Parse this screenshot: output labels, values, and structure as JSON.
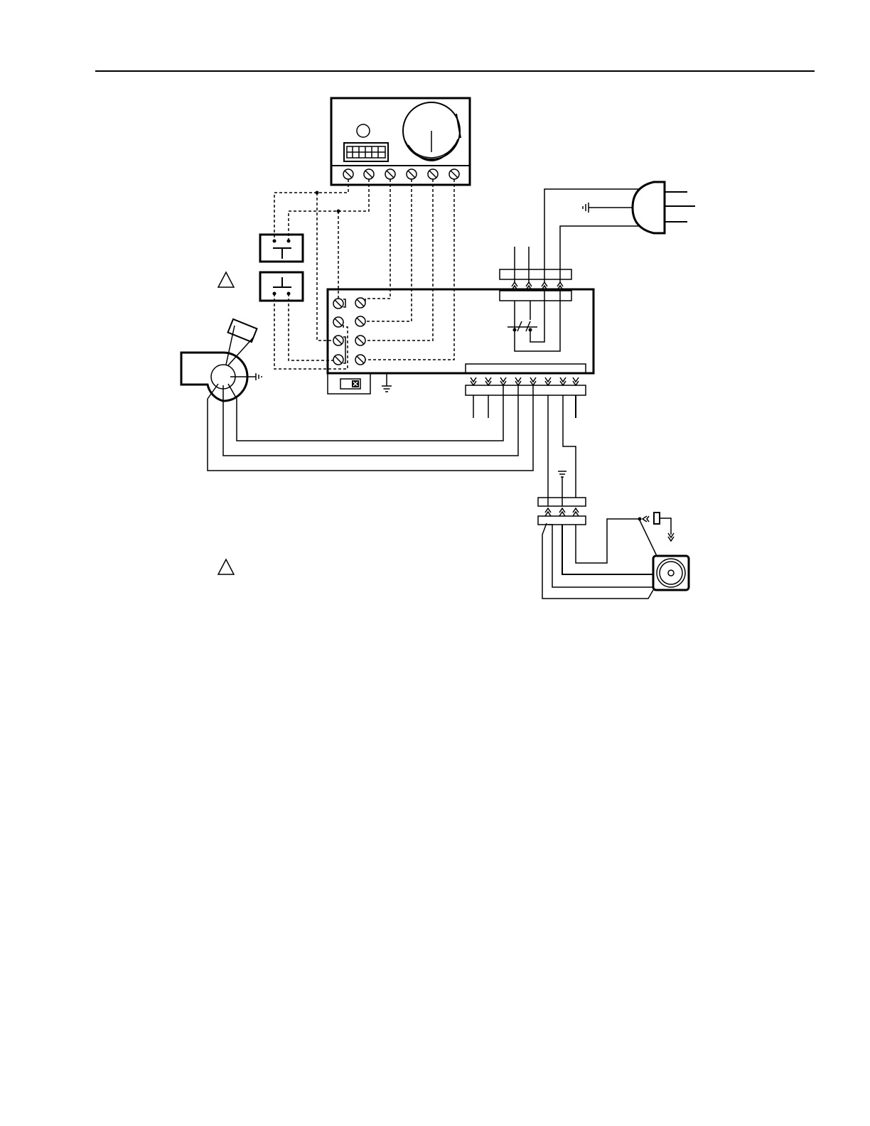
{
  "diagram": {
    "components": [
      "thermostat",
      "limit-switch-upper",
      "limit-switch-lower",
      "control-module",
      "power-plug",
      "blower-motor",
      "gas-valve",
      "hot-surface-igniter"
    ],
    "notes": [
      "warning-triangle",
      "warning-triangle"
    ],
    "colors": {
      "line": "#000000",
      "background": "#ffffff"
    }
  }
}
